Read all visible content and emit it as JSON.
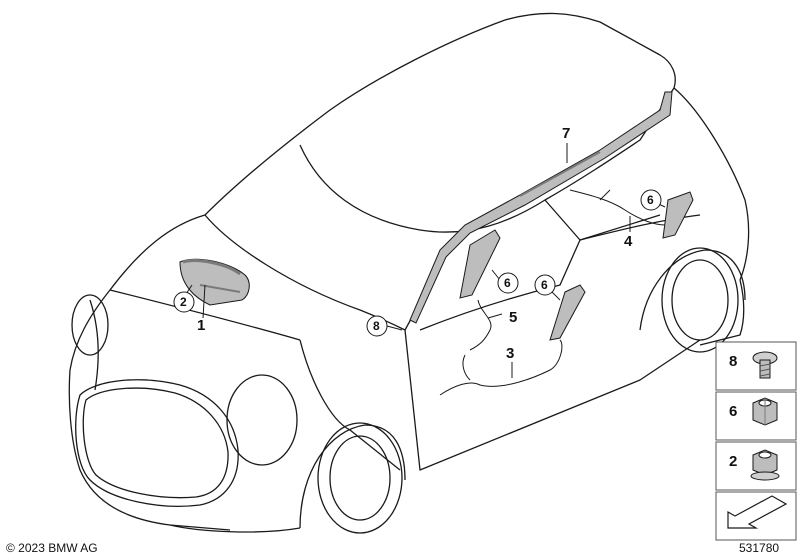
{
  "copyright": "© 2023 BMW AG",
  "document_number": "531780",
  "callouts": [
    {
      "id": "c1",
      "label": "1"
    },
    {
      "id": "c2",
      "label": "2"
    },
    {
      "id": "c3",
      "label": "3"
    },
    {
      "id": "c4",
      "label": "4"
    },
    {
      "id": "c5",
      "label": "5"
    },
    {
      "id": "c6a",
      "label": "6"
    },
    {
      "id": "c6b",
      "label": "6"
    },
    {
      "id": "c6c",
      "label": "6"
    },
    {
      "id": "c7",
      "label": "7"
    },
    {
      "id": "c8",
      "label": "8"
    }
  ],
  "legend": [
    {
      "label": "8",
      "part": "screw-icon"
    },
    {
      "label": "6",
      "part": "collar-nut-icon"
    },
    {
      "label": "2",
      "part": "flange-nut-icon"
    },
    {
      "label": "",
      "part": "direction-arrow-icon"
    }
  ],
  "colors": {
    "line": "#1a1a1a",
    "part_fill": "#bdbdbd",
    "part_dark": "#7a7a7a",
    "legend_border": "#555555"
  }
}
